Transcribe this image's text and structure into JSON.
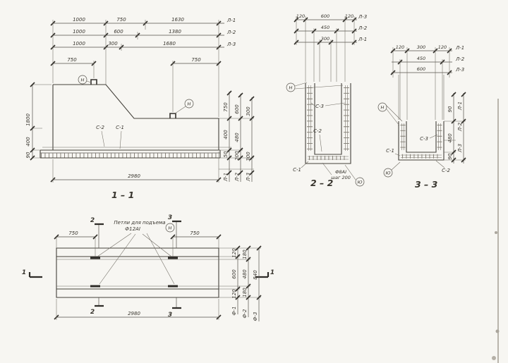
{
  "sheet": {
    "paper_color": "#f7f6f2",
    "ink_color": "#38352e"
  },
  "elev": {
    "title": "1 – 1",
    "rows": [
      [
        "1000",
        "750",
        "1630",
        "Л-1"
      ],
      [
        "1000",
        "600",
        "1380",
        "Л-2"
      ],
      [
        "1000",
        "300",
        "1680",
        "Л-3"
      ]
    ],
    "d750l": "750",
    "d750r": "750",
    "hookmark": "Н",
    "c2": "С-2",
    "c1": "С-1",
    "len": "2980",
    "left": [
      "1800",
      "400",
      "90"
    ],
    "r1": [
      "750",
      "400",
      "50",
      "Л-1"
    ],
    "r2": [
      "600",
      "480",
      "200",
      "Л-2"
    ],
    "r3": [
      "300",
      "300",
      "Л-3"
    ]
  },
  "s22": {
    "title": "2 – 2",
    "r1": [
      "120",
      "600",
      "120",
      "Л-3"
    ],
    "r2": [
      "450",
      "Л-2"
    ],
    "r3": [
      "300",
      "Л-1"
    ],
    "n": "Н",
    "c3": "С-3",
    "c2": "С-2",
    "c1": "С-1",
    "note1": "Ф8АI",
    "note2": "шаг 200",
    "yu": "Ю"
  },
  "s33": {
    "title": "3 – 3",
    "r1": [
      "120",
      "300",
      "120",
      "Л-1"
    ],
    "r2": [
      "450",
      "Л-2"
    ],
    "r3": [
      "600",
      "Л-3"
    ],
    "n": "Н",
    "yu": "Ю",
    "c1": "С-1",
    "c3": "С-3",
    "c2": "С-2",
    "v1": [
      "90",
      "480",
      "90"
    ],
    "v2": [
      "Л-1",
      "Л-2",
      "Л-3"
    ]
  },
  "plan": {
    "cut1": "1",
    "cut2": "2",
    "cut3": "3",
    "note1": "Петли для подъема",
    "note2": "Ф12АI",
    "n": "Н",
    "d750l": "750",
    "d750r": "750",
    "len": "2980",
    "v1": [
      "120",
      "600",
      "120",
      "Ф-1"
    ],
    "v2": [
      "180",
      "480",
      "180",
      "Ф-2"
    ],
    "v3": [
      "840",
      "Ф-3"
    ]
  }
}
